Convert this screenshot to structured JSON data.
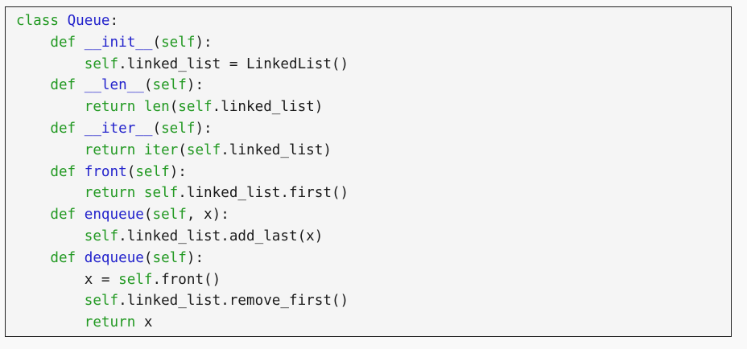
{
  "colors": {
    "keyword": "#229922",
    "builtin": "#229922",
    "name": "#2323cc",
    "plain": "#1a1a1a",
    "box_background": "#f5f5f5",
    "page_background": "#f9f9f9",
    "border": "#222222"
  },
  "code": {
    "language": "python",
    "lines": [
      [
        [
          "kw",
          "class"
        ],
        [
          "pl",
          " "
        ],
        [
          "nm",
          "Queue"
        ],
        [
          "pl",
          ":"
        ]
      ],
      [
        [
          "pl",
          "    "
        ],
        [
          "kw",
          "def"
        ],
        [
          "pl",
          " "
        ],
        [
          "nm",
          "__init__"
        ],
        [
          "pl",
          "("
        ],
        [
          "bi",
          "self"
        ],
        [
          "pl",
          "):"
        ]
      ],
      [
        [
          "pl",
          "        "
        ],
        [
          "bi",
          "self"
        ],
        [
          "pl",
          ".linked_list = LinkedList()"
        ]
      ],
      [
        [
          "pl",
          "    "
        ],
        [
          "kw",
          "def"
        ],
        [
          "pl",
          " "
        ],
        [
          "nm",
          "__len__"
        ],
        [
          "pl",
          "("
        ],
        [
          "bi",
          "self"
        ],
        [
          "pl",
          "):"
        ]
      ],
      [
        [
          "pl",
          "        "
        ],
        [
          "kw",
          "return"
        ],
        [
          "pl",
          " "
        ],
        [
          "bi",
          "len"
        ],
        [
          "pl",
          "("
        ],
        [
          "bi",
          "self"
        ],
        [
          "pl",
          ".linked_list)"
        ]
      ],
      [
        [
          "pl",
          "    "
        ],
        [
          "kw",
          "def"
        ],
        [
          "pl",
          " "
        ],
        [
          "nm",
          "__iter__"
        ],
        [
          "pl",
          "("
        ],
        [
          "bi",
          "self"
        ],
        [
          "pl",
          "):"
        ]
      ],
      [
        [
          "pl",
          "        "
        ],
        [
          "kw",
          "return"
        ],
        [
          "pl",
          " "
        ],
        [
          "bi",
          "iter"
        ],
        [
          "pl",
          "("
        ],
        [
          "bi",
          "self"
        ],
        [
          "pl",
          ".linked_list)"
        ]
      ],
      [
        [
          "pl",
          "    "
        ],
        [
          "kw",
          "def"
        ],
        [
          "pl",
          " "
        ],
        [
          "nm",
          "front"
        ],
        [
          "pl",
          "("
        ],
        [
          "bi",
          "self"
        ],
        [
          "pl",
          "):"
        ]
      ],
      [
        [
          "pl",
          "        "
        ],
        [
          "kw",
          "return"
        ],
        [
          "pl",
          " "
        ],
        [
          "bi",
          "self"
        ],
        [
          "pl",
          ".linked_list.first()"
        ]
      ],
      [
        [
          "pl",
          "    "
        ],
        [
          "kw",
          "def"
        ],
        [
          "pl",
          " "
        ],
        [
          "nm",
          "enqueue"
        ],
        [
          "pl",
          "("
        ],
        [
          "bi",
          "self"
        ],
        [
          "pl",
          ", x):"
        ]
      ],
      [
        [
          "pl",
          "        "
        ],
        [
          "bi",
          "self"
        ],
        [
          "pl",
          ".linked_list.add_last(x)"
        ]
      ],
      [
        [
          "pl",
          "    "
        ],
        [
          "kw",
          "def"
        ],
        [
          "pl",
          " "
        ],
        [
          "nm",
          "dequeue"
        ],
        [
          "pl",
          "("
        ],
        [
          "bi",
          "self"
        ],
        [
          "pl",
          "):"
        ]
      ],
      [
        [
          "pl",
          "        x = "
        ],
        [
          "bi",
          "self"
        ],
        [
          "pl",
          ".front()"
        ]
      ],
      [
        [
          "pl",
          "        "
        ],
        [
          "bi",
          "self"
        ],
        [
          "pl",
          ".linked_list.remove_first()"
        ]
      ],
      [
        [
          "pl",
          "        "
        ],
        [
          "kw",
          "return"
        ],
        [
          "pl",
          " x"
        ]
      ]
    ]
  }
}
